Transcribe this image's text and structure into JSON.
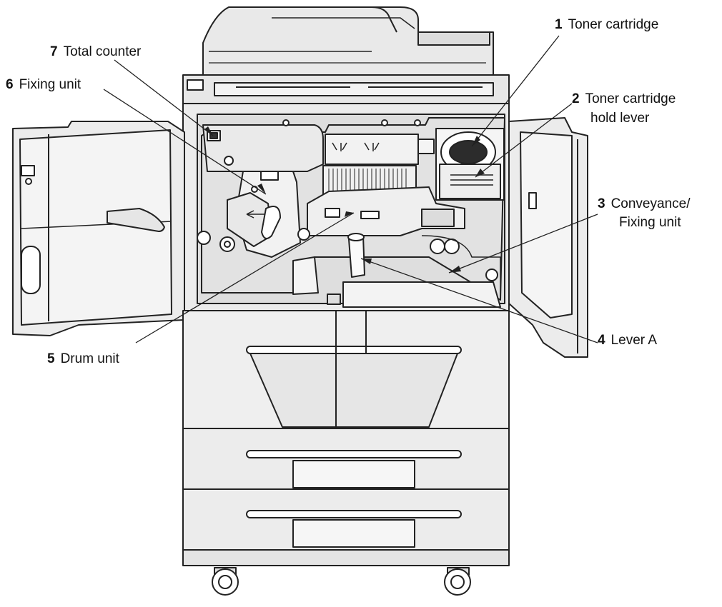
{
  "callouts": [
    {
      "num": "1",
      "label": "Toner cartridge"
    },
    {
      "num": "2",
      "label": "Toner cartridge",
      "label2": "hold lever"
    },
    {
      "num": "3",
      "label": "Conveyance/",
      "label2": "Fixing unit"
    },
    {
      "num": "4",
      "label": "Lever A"
    },
    {
      "num": "5",
      "label": "Drum unit"
    },
    {
      "num": "6",
      "label": "Fixing unit"
    },
    {
      "num": "7",
      "label": "Total counter"
    }
  ]
}
